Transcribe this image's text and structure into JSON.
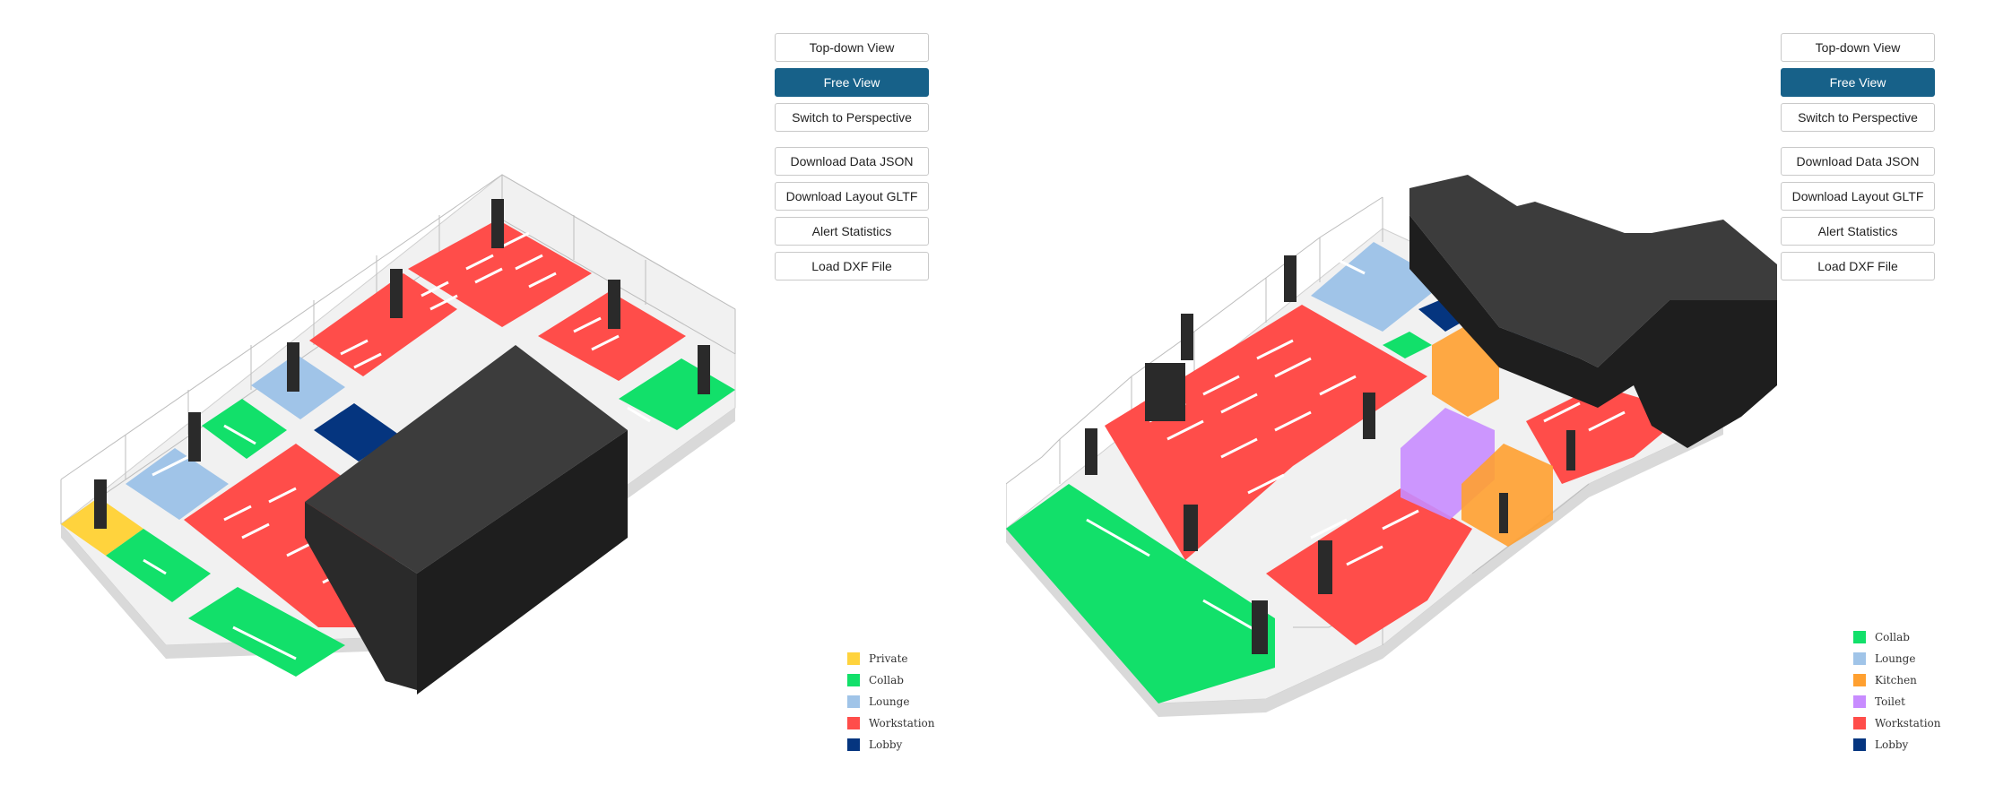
{
  "panels": [
    {
      "controls": {
        "top_down": "Top-down View",
        "free_view": "Free View",
        "perspective": "Switch to Perspective",
        "download_json": "Download Data JSON",
        "download_gltf": "Download Layout GLTF",
        "alert_stats": "Alert Statistics",
        "load_dxf": "Load DXF File",
        "active": "free_view"
      },
      "legend": [
        {
          "label": "Private",
          "color": "#ffd33d"
        },
        {
          "label": "Collab",
          "color": "#12e06a"
        },
        {
          "label": "Lounge",
          "color": "#a0c4e8"
        },
        {
          "label": "Workstation",
          "color": "#ff4d4a"
        },
        {
          "label": "Lobby",
          "color": "#05357f"
        }
      ]
    },
    {
      "controls": {
        "top_down": "Top-down View",
        "free_view": "Free View",
        "perspective": "Switch to Perspective",
        "download_json": "Download Data JSON",
        "download_gltf": "Download Layout GLTF",
        "alert_stats": "Alert Statistics",
        "load_dxf": "Load DXF File",
        "active": "free_view"
      },
      "legend": [
        {
          "label": "Collab",
          "color": "#12e06a"
        },
        {
          "label": "Lounge",
          "color": "#a0c4e8"
        },
        {
          "label": "Kitchen",
          "color": "#ffa030"
        },
        {
          "label": "Toilet",
          "color": "#c88cff"
        },
        {
          "label": "Workstation",
          "color": "#ff4d4a"
        },
        {
          "label": "Lobby",
          "color": "#05357f"
        }
      ]
    }
  ],
  "colors": {
    "core_top": "#3c3c3c",
    "core_left": "#2a2a2a",
    "core_right": "#1e1e1e",
    "slab_top": "#f1f1f1",
    "slab_side": "#d9d9d9",
    "glass": "#bdbdbd"
  }
}
